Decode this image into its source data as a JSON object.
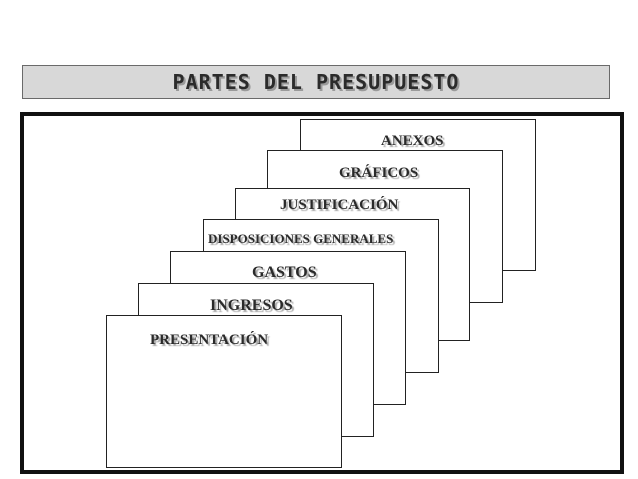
{
  "title": "PARTES DEL PRESUPUESTO",
  "cards": [
    {
      "label": "ANEXOS"
    },
    {
      "label": "GRÁFICOS"
    },
    {
      "label": "JUSTIFICACIÓN"
    },
    {
      "label": "DISPOSICIONES GENERALES"
    },
    {
      "label": "GASTOS"
    },
    {
      "label": "INGRESOS"
    },
    {
      "label": "PRESENTACIÓN"
    }
  ]
}
